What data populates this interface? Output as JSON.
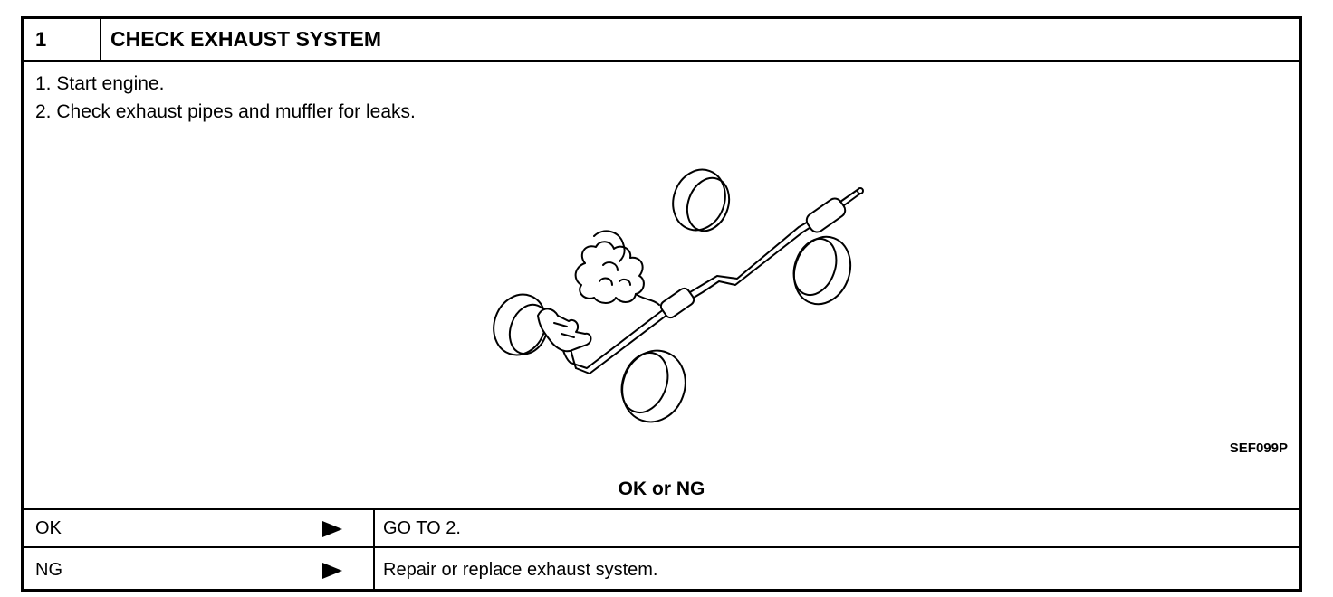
{
  "step": {
    "number": "1",
    "title": "CHECK EXHAUST SYSTEM"
  },
  "instructions": [
    "1.  Start engine.",
    "2.  Check exhaust pipes and muffler for leaks."
  ],
  "figure": {
    "id": "SEF099P"
  },
  "result_prompt": "OK or NG",
  "results": [
    {
      "label": "OK",
      "action": "GO TO 2."
    },
    {
      "label": "NG",
      "action": "Repair or replace exhaust system."
    }
  ],
  "colors": {
    "ink": "#000000",
    "background": "#ffffff"
  }
}
